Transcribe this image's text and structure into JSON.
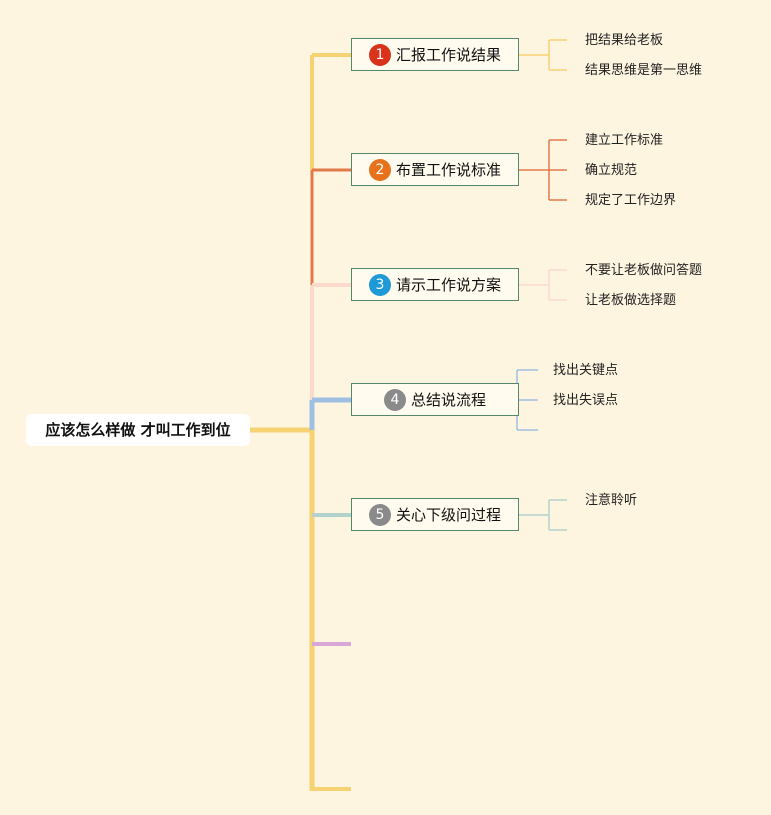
{
  "root": {
    "label": "应该怎么样做 才叫工作到位"
  },
  "branches": [
    {
      "number": "1",
      "label": "汇报工作说结果",
      "color": "#f7d272",
      "badge_color": "#d9331c",
      "children": [
        "把结果给老板",
        "结果思维是第一思维"
      ]
    },
    {
      "number": "2",
      "label": "布置工作说标准",
      "color": "#e2794a",
      "badge_color": "#e8711c",
      "children": [
        "建立工作标准",
        "确立规范",
        "规定了工作边界"
      ]
    },
    {
      "number": "3",
      "label": "请示工作说方案",
      "color": "#fbd9cb",
      "badge_color": "#1f9ad6",
      "children": [
        "不要让老板做问答题",
        "让老板做选择题"
      ]
    },
    {
      "number": "4",
      "label": "总结说流程",
      "color": "#9fbfe2",
      "badge_color": "#8a8a8a",
      "children": [
        "找出关键点",
        "找出失误点"
      ]
    },
    {
      "number": "5",
      "label": "关心下级问过程",
      "color": "#b3d2cd",
      "badge_color": "#8a8a8a",
      "children": [
        "注意聆听"
      ]
    }
  ],
  "empty_branches": [
    {
      "color": "#d9a7d6"
    },
    {
      "color": "#f7d272"
    }
  ],
  "trunk_color": "#f7d272"
}
